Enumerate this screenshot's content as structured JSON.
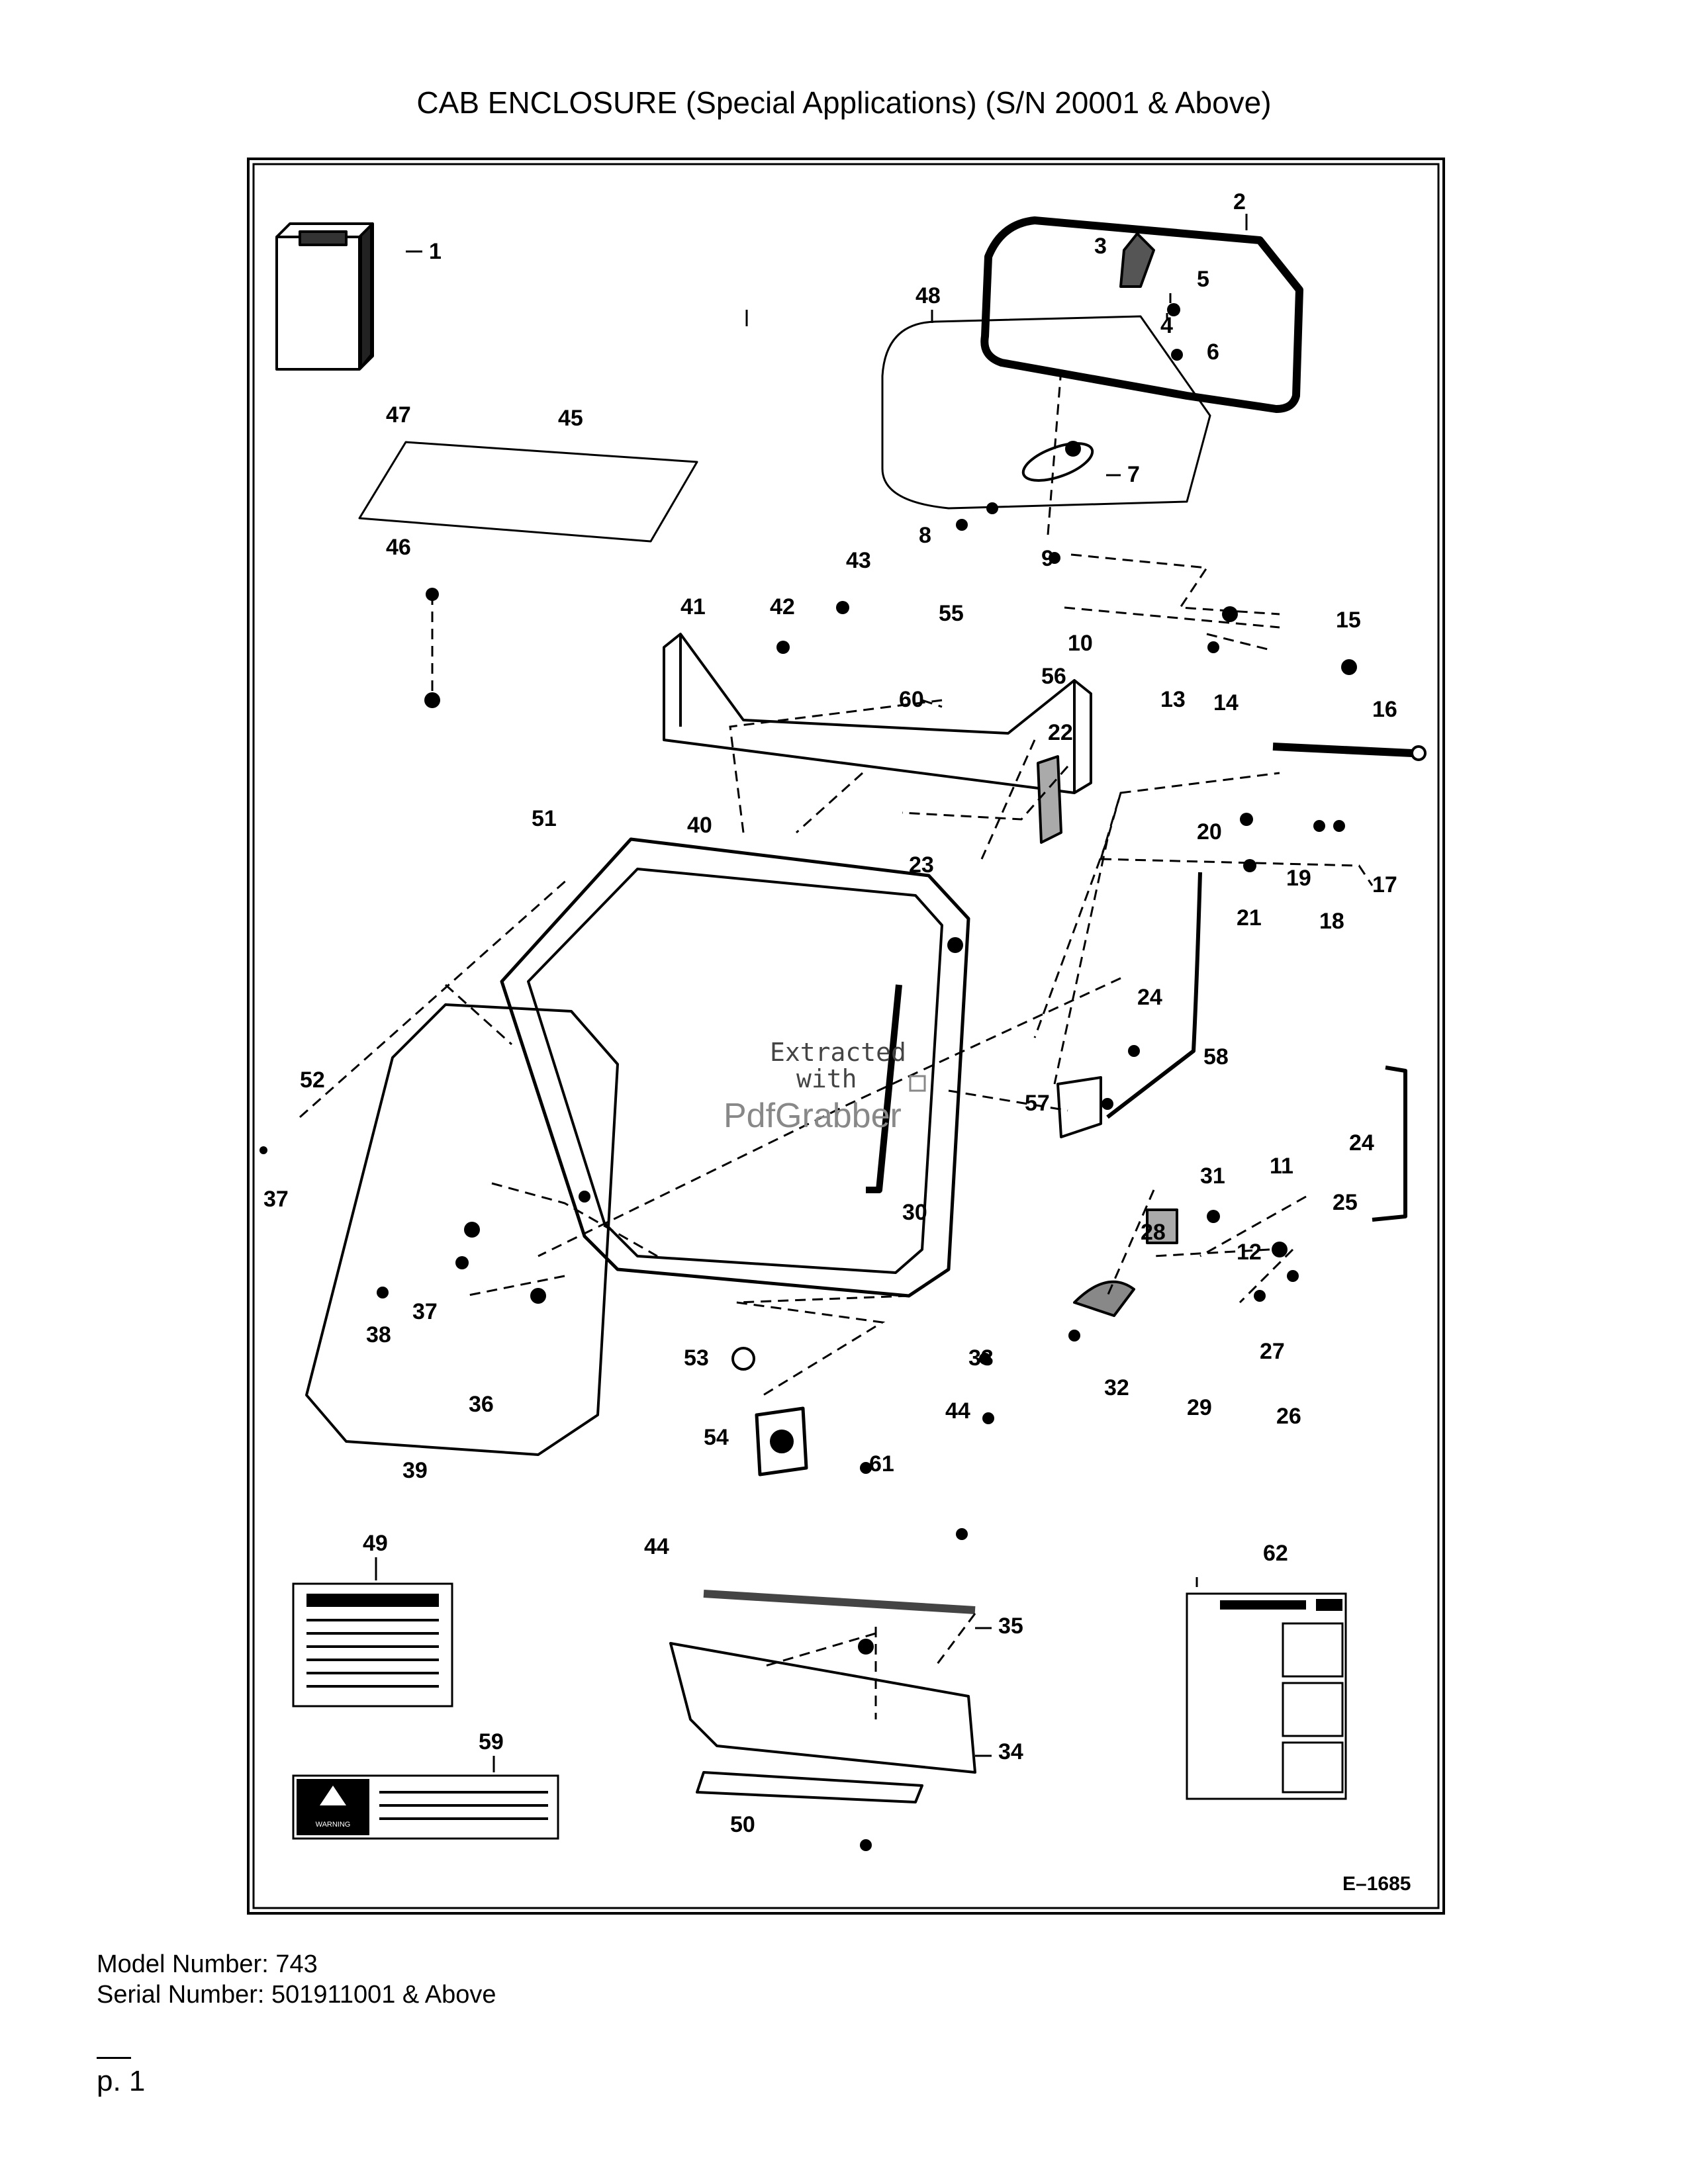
{
  "page": {
    "title": "CAB ENCLOSURE (Special Applications) (S/N 20001 & Above)",
    "model_number": "Model Number: 743",
    "serial_number": "Serial Number: 501911001 & Above",
    "page_number": "p. 1"
  },
  "diagram": {
    "drawing_code": "E–1685",
    "watermark": {
      "line1": "Extracted",
      "line2": "with",
      "line3": "PdfGrabber"
    },
    "decal_59_warning": "WARNING",
    "callouts": [
      "1",
      "2",
      "3",
      "4",
      "5",
      "6",
      "7",
      "8",
      "9",
      "10",
      "11",
      "12",
      "13",
      "14",
      "15",
      "16",
      "17",
      "18",
      "19",
      "20",
      "21",
      "22",
      "23",
      "24",
      "25",
      "26",
      "27",
      "28",
      "29",
      "30",
      "31",
      "32",
      "33",
      "34",
      "35",
      "36",
      "37",
      "38",
      "39",
      "40",
      "41",
      "42",
      "43",
      "44",
      "45",
      "46",
      "47",
      "48",
      "49",
      "50",
      "51",
      "52",
      "53",
      "54",
      "55",
      "56",
      "57",
      "58",
      "59",
      "60",
      "61",
      "62"
    ]
  }
}
